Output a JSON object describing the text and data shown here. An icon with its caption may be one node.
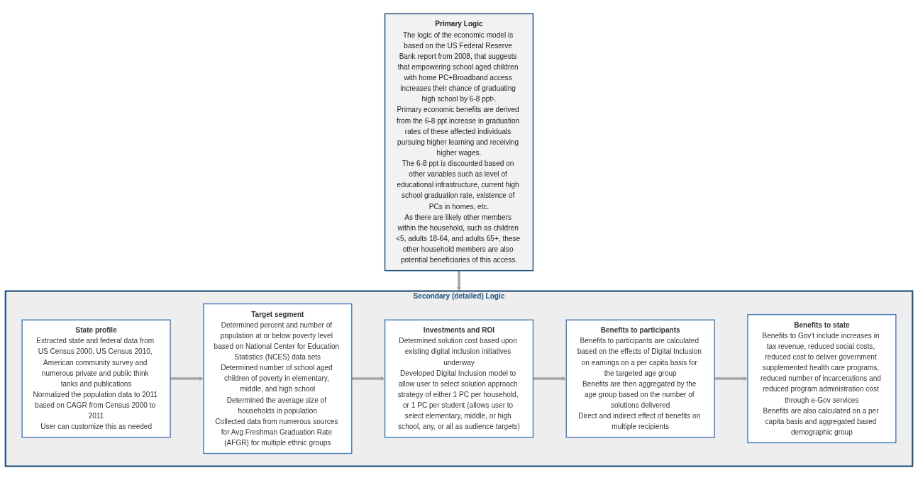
{
  "diagram": {
    "nodes": [
      {
        "text": [
          "Primary Logic",
          "The logic of the economic model is based on the US Federal Reserve Bank report from 2008, that suggests that empowering school aged children with home PC+Broadband access increases their chance of graduating high school by 6-8 ppt¹.",
          "Primary economic benefits are derived from the 6-8 ppt increase in graduation rates of these affected individuals pursuing higher learning and receiving higher wages.",
          "The 6-8 ppt is discounted based on other variables such as level of educational infrastructure, current high school graduation rate, existence of PCs in homes, etc.",
          "As there are likely other members within the household, such as children <5, adults 18-64, and adults 65+, these other household members are also potential beneficiaries of this access."
        ]
      },
      {
        "text": [
          "Secondary (detailed) Logic"
        ]
      },
      {
        "text": [
          "State profile",
          "Extracted state and federal data from US Census 2000, US Census 2010, American community survey and numerous private and public think tanks and publications",
          "Normalized the population data to 2011 based on CAGR from Census 2000 to 2011",
          "User can customize this as needed"
        ],
        "in": 1
      },
      {
        "text": [
          "Target segment",
          "Determined percent and number of population at or below poverty level based on National Center for Education Statistics (NCES) data sets",
          "Determined number of school aged children of poverty in elementary, middle, and high school",
          "Determined the average size of households in population",
          "Collected data from numerous sources for Avg Freshman Graduation Rate (AFGR) for multiple ethnic groups"
        ],
        "in": 1
      },
      {
        "text": [
          "Investments and ROI",
          "Determined solution cost based upon existing digital inclusion initiatives underway",
          "Developed Digital Inclusion model to allow user to select solution approach strategy of either 1 PC per household, or 1 PC per student (allows user to select elementary, middle, or high school, any, or all as audience targets)"
        ],
        "in": 1
      },
      {
        "text": [
          "Benefits to participants",
          "Benefits to participants are calculated based on the effects of Digital Inclusion on earnings on a per capita basis for the targeted age group",
          "Benefits are then aggregated by the age group based on the number of solutions delivered",
          "Direct and indirect effect of benefits on multiple recipients"
        ],
        "in": 1
      },
      {
        "text": [
          "Benefits to state",
          "Benefits to Gov't include increases in tax revenue, reduced social costs, reduced cost to deliver government supplemented health care programs, reduced number of incarcerations and reduced program administration cost through e-Gov services",
          "Benefits are also calculated on a per capita basis and aggregated based demographic group"
        ],
        "in": 1
      }
    ],
    "edges": [
      {
        "from": 0,
        "to": 1,
        "arrow": "to"
      },
      {
        "from": 2,
        "to": 3,
        "arrow": "to"
      },
      {
        "from": 3,
        "to": 4,
        "arrow": "to"
      },
      {
        "from": 4,
        "to": 5,
        "arrow": "to"
      },
      {
        "from": 5,
        "to": 6,
        "arrow": "to"
      }
    ]
  }
}
